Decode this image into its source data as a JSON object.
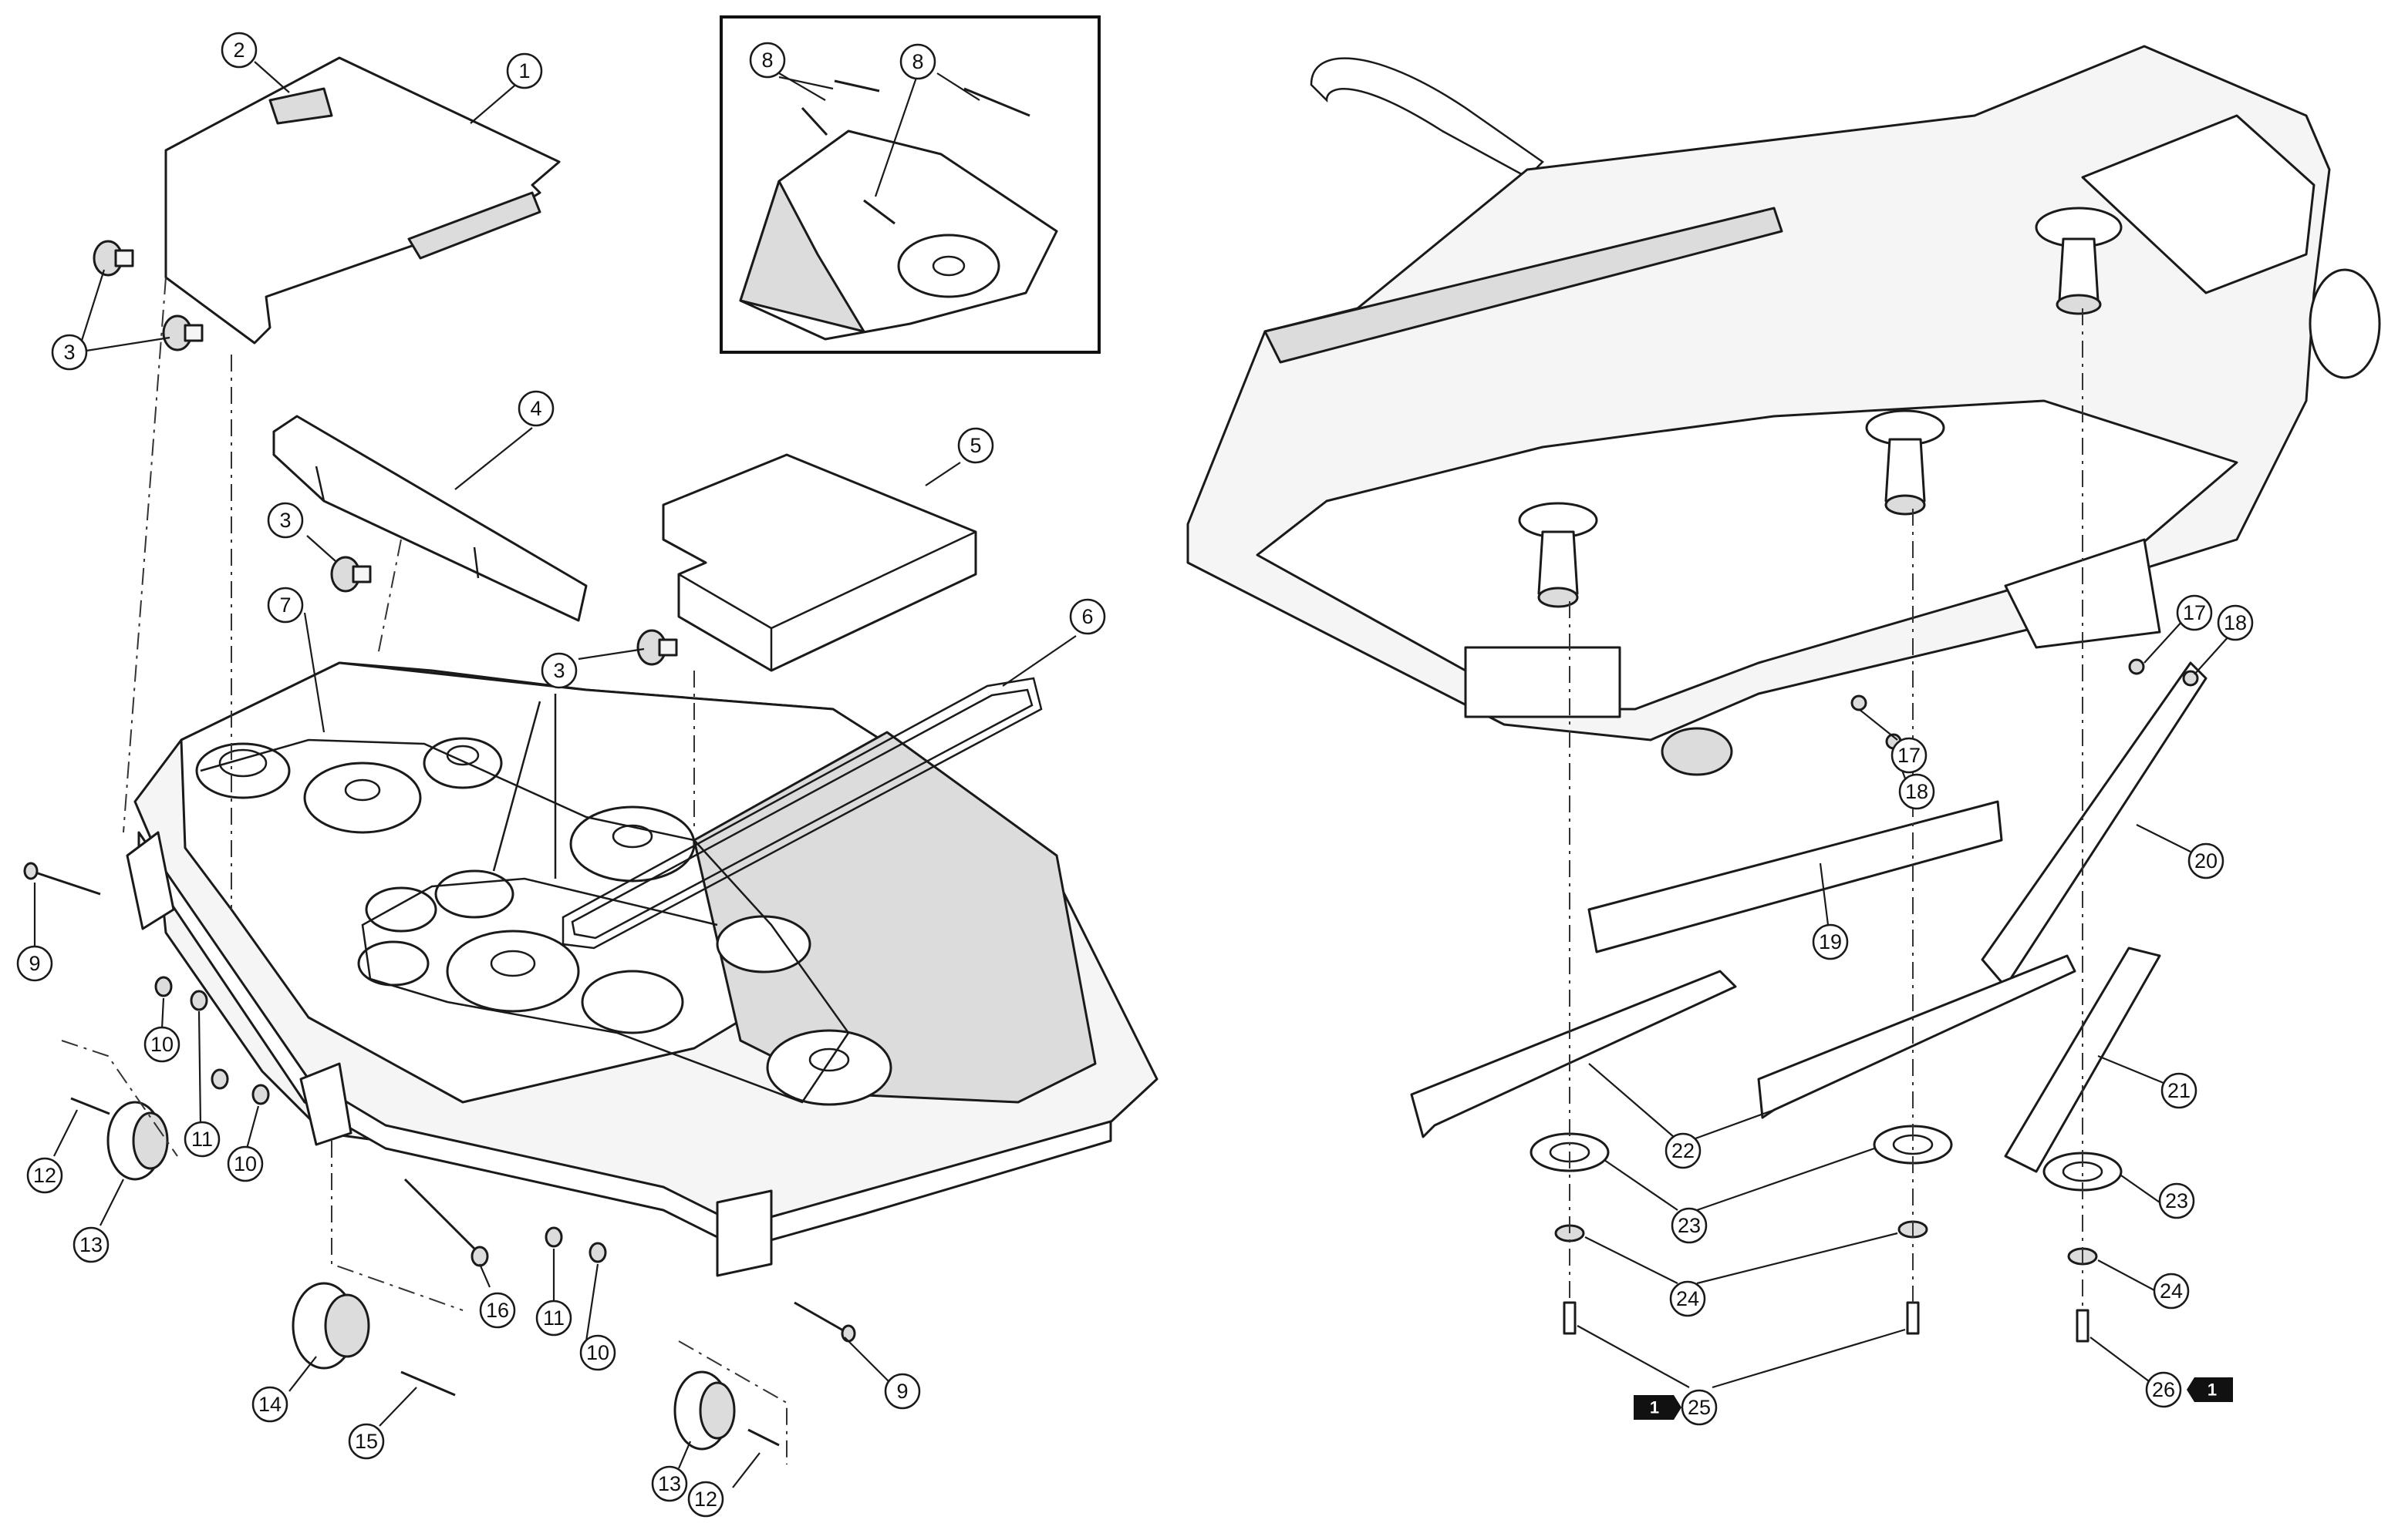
{
  "figure": {
    "callouts_left": [
      {
        "id": "c1",
        "label": "1"
      },
      {
        "id": "c2",
        "label": "2"
      },
      {
        "id": "c3a",
        "label": "3"
      },
      {
        "id": "c3b",
        "label": "3"
      },
      {
        "id": "c3c",
        "label": "3"
      },
      {
        "id": "c3d",
        "label": "3"
      },
      {
        "id": "c4",
        "label": "4"
      },
      {
        "id": "c5",
        "label": "5"
      },
      {
        "id": "c6",
        "label": "6"
      },
      {
        "id": "c7",
        "label": "7"
      },
      {
        "id": "c8a",
        "label": "8"
      },
      {
        "id": "c8b",
        "label": "8"
      },
      {
        "id": "c9a",
        "label": "9"
      },
      {
        "id": "c9b",
        "label": "9"
      },
      {
        "id": "c10a",
        "label": "10"
      },
      {
        "id": "c10b",
        "label": "10"
      },
      {
        "id": "c10c",
        "label": "10"
      },
      {
        "id": "c11a",
        "label": "11"
      },
      {
        "id": "c11b",
        "label": "11"
      },
      {
        "id": "c12a",
        "label": "12"
      },
      {
        "id": "c12b",
        "label": "12"
      },
      {
        "id": "c13a",
        "label": "13"
      },
      {
        "id": "c13b",
        "label": "13"
      },
      {
        "id": "c14",
        "label": "14"
      },
      {
        "id": "c15",
        "label": "15"
      },
      {
        "id": "c16",
        "label": "16"
      }
    ],
    "callouts_right": [
      {
        "id": "c17a",
        "label": "17"
      },
      {
        "id": "c17b",
        "label": "17"
      },
      {
        "id": "c18a",
        "label": "18"
      },
      {
        "id": "c18b",
        "label": "18"
      },
      {
        "id": "c19",
        "label": "19"
      },
      {
        "id": "c20",
        "label": "20"
      },
      {
        "id": "c21",
        "label": "21"
      },
      {
        "id": "c22",
        "label": "22"
      },
      {
        "id": "c23a",
        "label": "23"
      },
      {
        "id": "c23b",
        "label": "23"
      },
      {
        "id": "c24a",
        "label": "24"
      },
      {
        "id": "c24b",
        "label": "24"
      },
      {
        "id": "c25",
        "label": "25"
      },
      {
        "id": "c26",
        "label": "26"
      }
    ],
    "note_tags": [
      {
        "id": "t1",
        "label": "1"
      },
      {
        "id": "t2",
        "label": "1"
      }
    ]
  }
}
